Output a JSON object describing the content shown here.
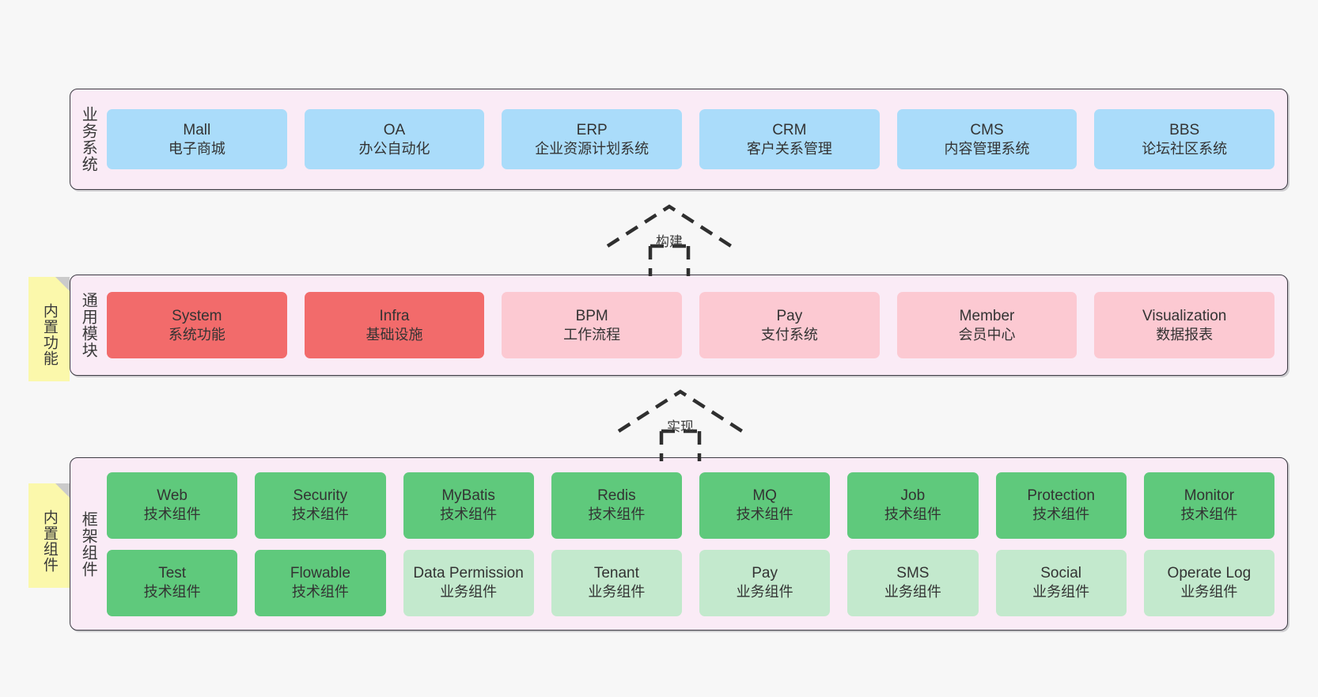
{
  "palette": {
    "canvas": "#f7f7f7",
    "layer_fill": "#faebf6",
    "layer_border": "#3d3b44",
    "business_card": "#aadcfa",
    "core_module_card": "#f26b6b",
    "optional_module_card": "#fcc9d2",
    "tech_component_card": "#5fc97c",
    "biz_component_card": "#c3e9cd",
    "note_fill": "#fbf8ab",
    "note_fold": "#cbcbcb"
  },
  "layers": {
    "business": {
      "label": "业务系统",
      "cards": [
        {
          "title": "Mall",
          "subtitle": "电子商城"
        },
        {
          "title": "OA",
          "subtitle": "办公自动化"
        },
        {
          "title": "ERP",
          "subtitle": "企业资源计划系统"
        },
        {
          "title": "CRM",
          "subtitle": "客户关系管理"
        },
        {
          "title": "CMS",
          "subtitle": "内容管理系统"
        },
        {
          "title": "BBS",
          "subtitle": "论坛社区系统"
        }
      ]
    },
    "common": {
      "label": "通用模块",
      "note": "内置功能",
      "cards": [
        {
          "title": "System",
          "subtitle": "系统功能",
          "variant": "c-red"
        },
        {
          "title": "Infra",
          "subtitle": "基础设施",
          "variant": "c-red"
        },
        {
          "title": "BPM",
          "subtitle": "工作流程",
          "variant": "c-pink"
        },
        {
          "title": "Pay",
          "subtitle": "支付系统",
          "variant": "c-pink"
        },
        {
          "title": "Member",
          "subtitle": "会员中心",
          "variant": "c-pink"
        },
        {
          "title": "Visualization",
          "subtitle": "数据报表",
          "variant": "c-pink"
        }
      ]
    },
    "framework": {
      "label": "框架组件",
      "note": "内置组件",
      "row1": [
        {
          "title": "Web",
          "subtitle": "技术组件",
          "variant": "c-green"
        },
        {
          "title": "Security",
          "subtitle": "技术组件",
          "variant": "c-green"
        },
        {
          "title": "MyBatis",
          "subtitle": "技术组件",
          "variant": "c-green"
        },
        {
          "title": "Redis",
          "subtitle": "技术组件",
          "variant": "c-green"
        },
        {
          "title": "MQ",
          "subtitle": "技术组件",
          "variant": "c-green"
        },
        {
          "title": "Job",
          "subtitle": "技术组件",
          "variant": "c-green"
        },
        {
          "title": "Protection",
          "subtitle": "技术组件",
          "variant": "c-green"
        },
        {
          "title": "Monitor",
          "subtitle": "技术组件",
          "variant": "c-green"
        }
      ],
      "row2": [
        {
          "title": "Test",
          "subtitle": "技术组件",
          "variant": "c-green"
        },
        {
          "title": "Flowable",
          "subtitle": "技术组件",
          "variant": "c-green"
        },
        {
          "title": "Data Permission",
          "subtitle": "业务组件",
          "variant": "c-green-light"
        },
        {
          "title": "Tenant",
          "subtitle": "业务组件",
          "variant": "c-green-light"
        },
        {
          "title": "Pay",
          "subtitle": "业务组件",
          "variant": "c-green-light"
        },
        {
          "title": "SMS",
          "subtitle": "业务组件",
          "variant": "c-green-light"
        },
        {
          "title": "Social",
          "subtitle": "业务组件",
          "variant": "c-green-light"
        },
        {
          "title": "Operate Log",
          "subtitle": "业务组件",
          "variant": "c-green-light"
        }
      ]
    }
  },
  "arrows": [
    {
      "id": "build",
      "label": "构建",
      "direction": "up",
      "style": "dashed-hollow-triangle"
    },
    {
      "id": "implement",
      "label": "实现",
      "direction": "up",
      "style": "dashed-hollow-triangle"
    }
  ]
}
